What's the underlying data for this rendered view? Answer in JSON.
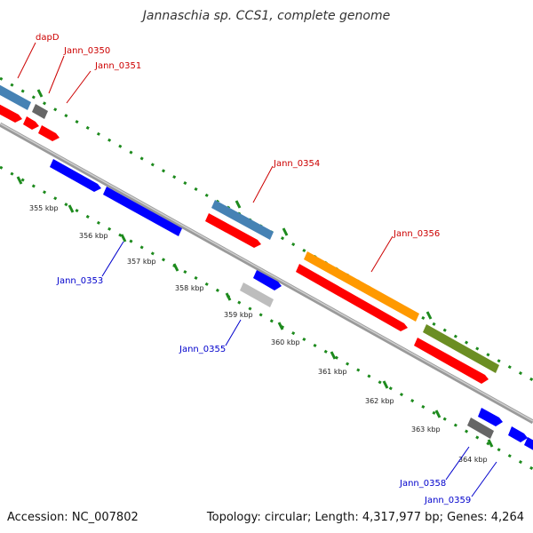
{
  "title": "Jannaschia sp. CCS1, complete genome",
  "footer": {
    "accession": "Accession: NC_007802",
    "summary": "Topology: circular; Length: 4,317,977 bp; Genes: 4,264"
  },
  "colors": {
    "backbone": "#8a8a8a",
    "tick_mark": "#1d8a1d",
    "label_top": "#cc0000",
    "label_bottom": "#0000cc",
    "gene_steelblue": "#4682b4",
    "gene_red": "#ff0000",
    "gene_blue": "#0000ff",
    "gene_gray": "#666666",
    "gene_lightgray": "#bdbdbd",
    "gene_orange": "#ff9900",
    "gene_olive": "#6b8e23"
  },
  "scale_labels": [
    "355 kbp",
    "356 kbp",
    "357 kbp",
    "358 kbp",
    "359 kbp",
    "360 kbp",
    "361 kbp",
    "362 kbp",
    "363 kbp",
    "364 kbp"
  ],
  "gene_labels_top": [
    "dapD",
    "Jann_0350",
    "Jann_0351",
    "Jann_0354",
    "Jann_0356"
  ],
  "gene_labels_bottom": [
    "Jann_0353",
    "Jann_0355",
    "Jann_0358",
    "Jann_0359"
  ]
}
